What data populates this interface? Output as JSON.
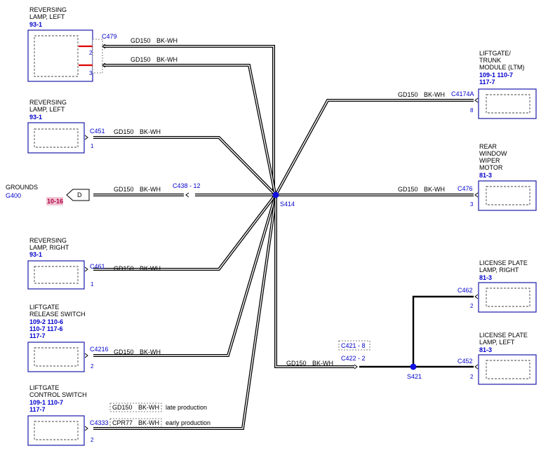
{
  "components": {
    "rev_lamp_left_1": {
      "name_lines": [
        "REVERSING",
        "LAMP, LEFT"
      ],
      "ref_lines": [
        "93-1"
      ]
    },
    "rev_lamp_left_2": {
      "name_lines": [
        "REVERSING",
        "LAMP, LEFT"
      ],
      "ref_lines": [
        "93-1"
      ]
    },
    "rev_lamp_right": {
      "name_lines": [
        "REVERSING",
        "LAMP, RIGHT"
      ],
      "ref_lines": [
        "93-1"
      ]
    },
    "liftgate_release": {
      "name_lines": [
        "LIFTGATE",
        "RELEASE SWITCH"
      ],
      "ref_lines": [
        "109-2  110-6",
        "110-7  117-6",
        "117-7"
      ]
    },
    "liftgate_control": {
      "name_lines": [
        "LIFTGATE",
        "CONTROL SWITCH"
      ],
      "ref_lines": [
        "109-1  110-7",
        "117-7"
      ]
    },
    "ltm": {
      "name_lines": [
        "LIFTGATE/",
        "TRUNK",
        "MODULE (LTM)"
      ],
      "ref_lines": [
        "109-1  110-7",
        "117-7"
      ]
    },
    "wiper_motor": {
      "name_lines": [
        "REAR",
        "WINDOW",
        "WIPER",
        "MOTOR"
      ],
      "ref_lines": [
        "81-3"
      ]
    },
    "license_right": {
      "name_lines": [
        "LICENSE PLATE",
        "LAMP, RIGHT"
      ],
      "ref_lines": [
        "81-3"
      ]
    },
    "license_left": {
      "name_lines": [
        "LICENSE PLATE",
        "LAMP, LEFT"
      ],
      "ref_lines": [
        "81-3"
      ]
    },
    "grounds": {
      "name": "GROUNDS",
      "code": "G400",
      "page_ref": "10-16",
      "terminal": "D"
    }
  },
  "connectors": {
    "c479": "C479",
    "c451": "C451",
    "c438": "C438 - 12",
    "c461": "C461",
    "c4216": "C4216",
    "c4333": "C4333",
    "c4174a": "C4174A",
    "c476": "C476",
    "c462": "C462",
    "c452": "C452",
    "c421": "C421 - 8",
    "c422": "C422 - 2"
  },
  "pins": {
    "c479_a": "2",
    "c479_b": "3",
    "c451": "1",
    "c461": "1",
    "c4216": "2",
    "c4333": "2",
    "c4174a": "8",
    "c476": "3",
    "c462": "2",
    "c452": "2"
  },
  "splices": {
    "s414": "S414",
    "s421": "S421"
  },
  "wire": {
    "circuit": "GD150",
    "color": "BK-WH"
  },
  "variants": {
    "late_circuit": "GD150",
    "late_color": "BK-WH",
    "late_label": "late production",
    "early_circuit": "CPR77",
    "early_color": "BK-WH",
    "early_label": "early production"
  },
  "colors": {
    "splice": "#1010e0",
    "link": "#0000cc",
    "page_ref_bg": "#f0c4d4",
    "page_ref_text": "#b00040",
    "pin_wire": "#dd0000"
  }
}
